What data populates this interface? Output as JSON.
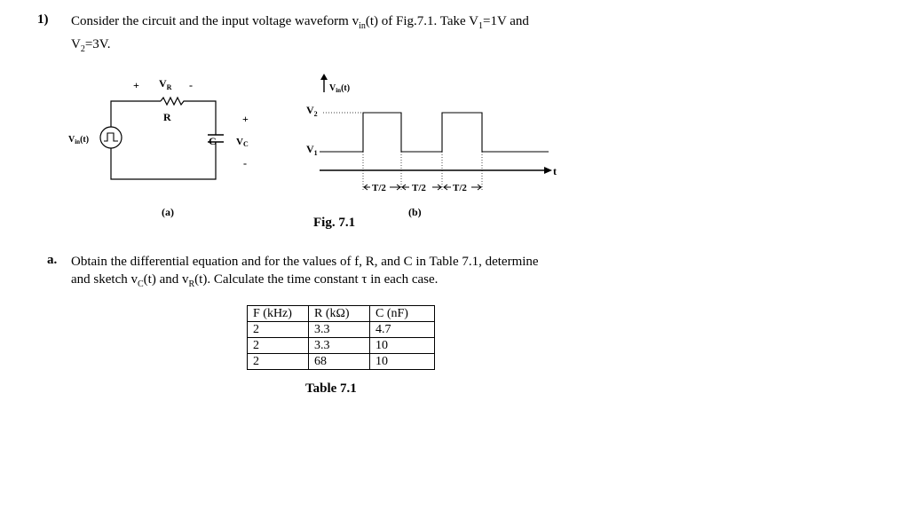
{
  "question": {
    "number": "1)",
    "text_1": "Consider the circuit and the input voltage waveform v",
    "sub_in": "in",
    "text_2": "(t) of Fig.7.1. Take V",
    "sub_1": "1",
    "text_3": "=1V and",
    "text_4": "V",
    "sub_2": "2",
    "text_5": "=3V."
  },
  "circuit": {
    "plus_r": "+",
    "vr_label": "V",
    "vr_sub": "R",
    "minus_r": "-",
    "r_label": "R",
    "vin_label": "V",
    "vin_sub": "in",
    "vin_t": "(t)",
    "c_label": "C",
    "plus_c": "+",
    "vc_label": "V",
    "vc_sub": "C",
    "minus_c": "-",
    "caption": "(a)"
  },
  "waveform": {
    "vin_label": "V",
    "vin_sub": "in",
    "vin_t": "(t)",
    "v2_label": "V",
    "v2_sub": "2",
    "v1_label": "V",
    "v1_sub": "1",
    "t_label": "t",
    "dim_1": "T/2",
    "dim_2": "T/2",
    "dim_3": "T/2",
    "caption": "(b)"
  },
  "figure_caption": "Fig. 7.1",
  "part_a": {
    "label": "a.",
    "text_1": "Obtain the differential equation and for the values of f, R, and C in Table 7.1, determine",
    "text_2": "and sketch v",
    "sub_c": "C",
    "text_3": "(t) and v",
    "sub_r": "R",
    "text_4": "(t). Calculate the time constant τ in each case."
  },
  "table": {
    "headers": [
      "F (kHz)",
      "R (kΩ)",
      "C (nF)"
    ],
    "rows": [
      [
        "2",
        "3.3",
        "4.7"
      ],
      [
        "2",
        "3.3",
        "10"
      ],
      [
        "2",
        "68",
        "10"
      ]
    ],
    "caption": "Table 7.1"
  }
}
